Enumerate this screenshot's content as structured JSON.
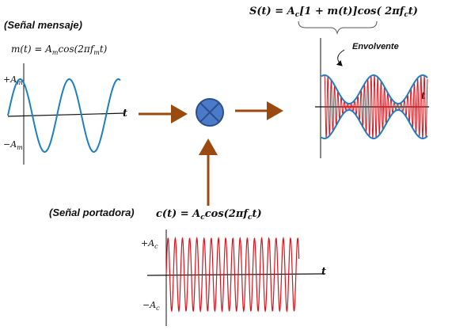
{
  "message_block": {
    "title": "(Señal mensaje)",
    "formula_prefix": "m(t) = A",
    "formula_sub1": "m",
    "formula_mid": "cos(2πf",
    "formula_sub2": "m",
    "formula_suffix": "t)",
    "pos_amp": "+A",
    "pos_amp_sub": "m",
    "neg_amp": "−A",
    "neg_amp_sub": "m",
    "axis_t": "t"
  },
  "modulated_block": {
    "formula_a": "S(t) = A",
    "formula_sub1": "c",
    "formula_b": "[1 + m(t)]cos( 2πf",
    "formula_sub2": "c",
    "formula_c": "t)",
    "envelope_label": "Envolvente",
    "axis_t": "t"
  },
  "carrier_block": {
    "title": "(Señal portadora)",
    "formula_a": "c(t) = A",
    "formula_sub1": "c",
    "formula_b": "cos(2πf",
    "formula_sub2": "c",
    "formula_c": "t)",
    "pos_amp": "+A",
    "pos_amp_sub": "c",
    "neg_amp": "−A",
    "neg_amp_sub": "c",
    "axis_t": "t"
  },
  "colors": {
    "message_wave": "#1f7fc0",
    "carrier_wave": "#d9141c",
    "arrow": "#9b4a0f",
    "mixer_fill": "#4a7ac8",
    "mixer_stroke": "#2b4f8e"
  },
  "icons": {
    "mixer": "multiplier-x-icon"
  }
}
